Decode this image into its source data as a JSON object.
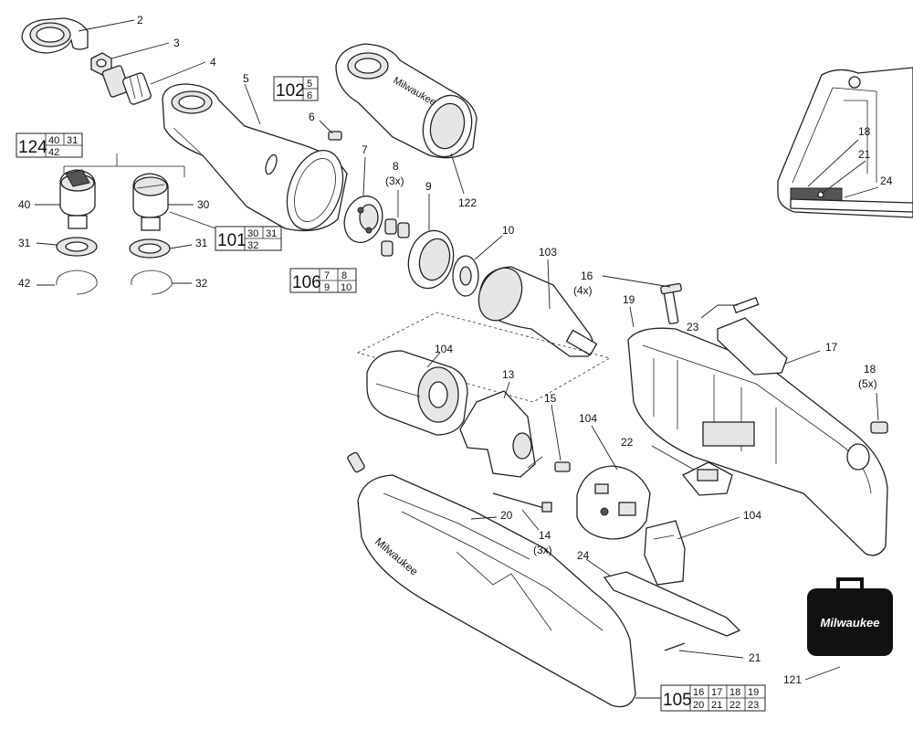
{
  "callouts": {
    "c2": "2",
    "c3": "3",
    "c4": "4",
    "c5": "5",
    "c6": "6",
    "c7": "7",
    "c8": "8",
    "c8q": "(3x)",
    "c9": "9",
    "c10": "10",
    "c103": "103",
    "c122": "122",
    "c18a": "18",
    "c21a": "21",
    "c24a": "24",
    "c40": "40",
    "c30": "30",
    "c31a": "31",
    "c31b": "31",
    "c42": "42",
    "c32": "32",
    "c16": "16",
    "c16q": "(4x)",
    "c19": "19",
    "c23": "23",
    "c17": "17",
    "c18b": "18",
    "c18q": "(5x)",
    "c104a": "104",
    "c13": "13",
    "c15": "15",
    "c104b": "104",
    "c22": "22",
    "c20": "20",
    "c14": "14",
    "c14q": "(3x)",
    "c104c": "104",
    "c24b": "24",
    "c21b": "21",
    "c121": "121"
  },
  "kits": {
    "k102": {
      "id": "102",
      "a": "5",
      "b": "6"
    },
    "k124": {
      "id": "124",
      "a": "40",
      "b": "31",
      "c": "42"
    },
    "k101": {
      "id": "101",
      "a": "30",
      "b": "31",
      "c": "32"
    },
    "k106": {
      "id": "106",
      "a": "7",
      "b": "8",
      "c": "9",
      "d": "10"
    },
    "k105": {
      "id": "105",
      "a": "16",
      "b": "17",
      "c": "18",
      "d": "19",
      "e": "20",
      "f": "21",
      "g": "22",
      "h": "23"
    }
  },
  "brand": {
    "logo_text": "Milwaukee",
    "housing_text": "Milwaukee"
  },
  "colors": {
    "ink": "#222222",
    "case": "#111111",
    "paper": "#ffffff"
  }
}
